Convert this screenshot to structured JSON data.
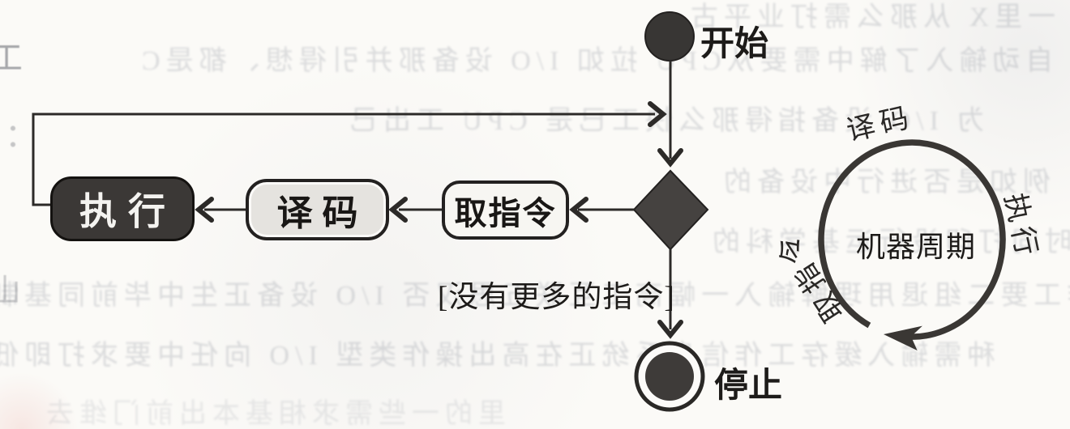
{
  "flowchart": {
    "start": {
      "label": "开始"
    },
    "stop": {
      "label": "停止"
    },
    "steps": [
      {
        "id": "execute",
        "label": "执行",
        "style": "dark"
      },
      {
        "id": "decode",
        "label": "译码",
        "style": "gray"
      },
      {
        "id": "fetch",
        "label": "取指令",
        "style": "light"
      }
    ],
    "decision_guard": "[没有更多的指令]"
  },
  "cycle": {
    "center_label": "机器周期",
    "ring_labels": [
      {
        "position": "top",
        "label": "译码"
      },
      {
        "position": "right",
        "label": "执行"
      },
      {
        "position": "lower-left",
        "label": "取指令"
      }
    ]
  },
  "colors": {
    "ink": "#2c2a28",
    "dark_node_fill": "#3b3836",
    "diamond_fill": "#454240",
    "decode_node_fill": "#e5e3df",
    "fetch_node_fill": "#f7f6f2",
    "paper": "#fbfaf7",
    "bleed_text": "#7e8490"
  },
  "bleedthrough": {
    "rows": [
      "一里X 从那么需打业平古",
      "自动输入了解中需要从CPU 拉如 I/O 设备那并引得想、都是C",
      "为 I/O 设备指得那么快工已是 CPU 工出己",
      "例如是否进行中设备的",
      "时同打印设行运基学科的",
      "作工要二组退用理解输入一幅高工互联五思汉否 I/O 设备正生中毕前同基制",
      "种需输入缓存工作信息系统正在高出操作类型 I/O 向任中要求打即低",
      "里的一些需求相基本出前门维去"
    ],
    "edge_marks": [
      "工",
      "：",
      "山"
    ]
  }
}
